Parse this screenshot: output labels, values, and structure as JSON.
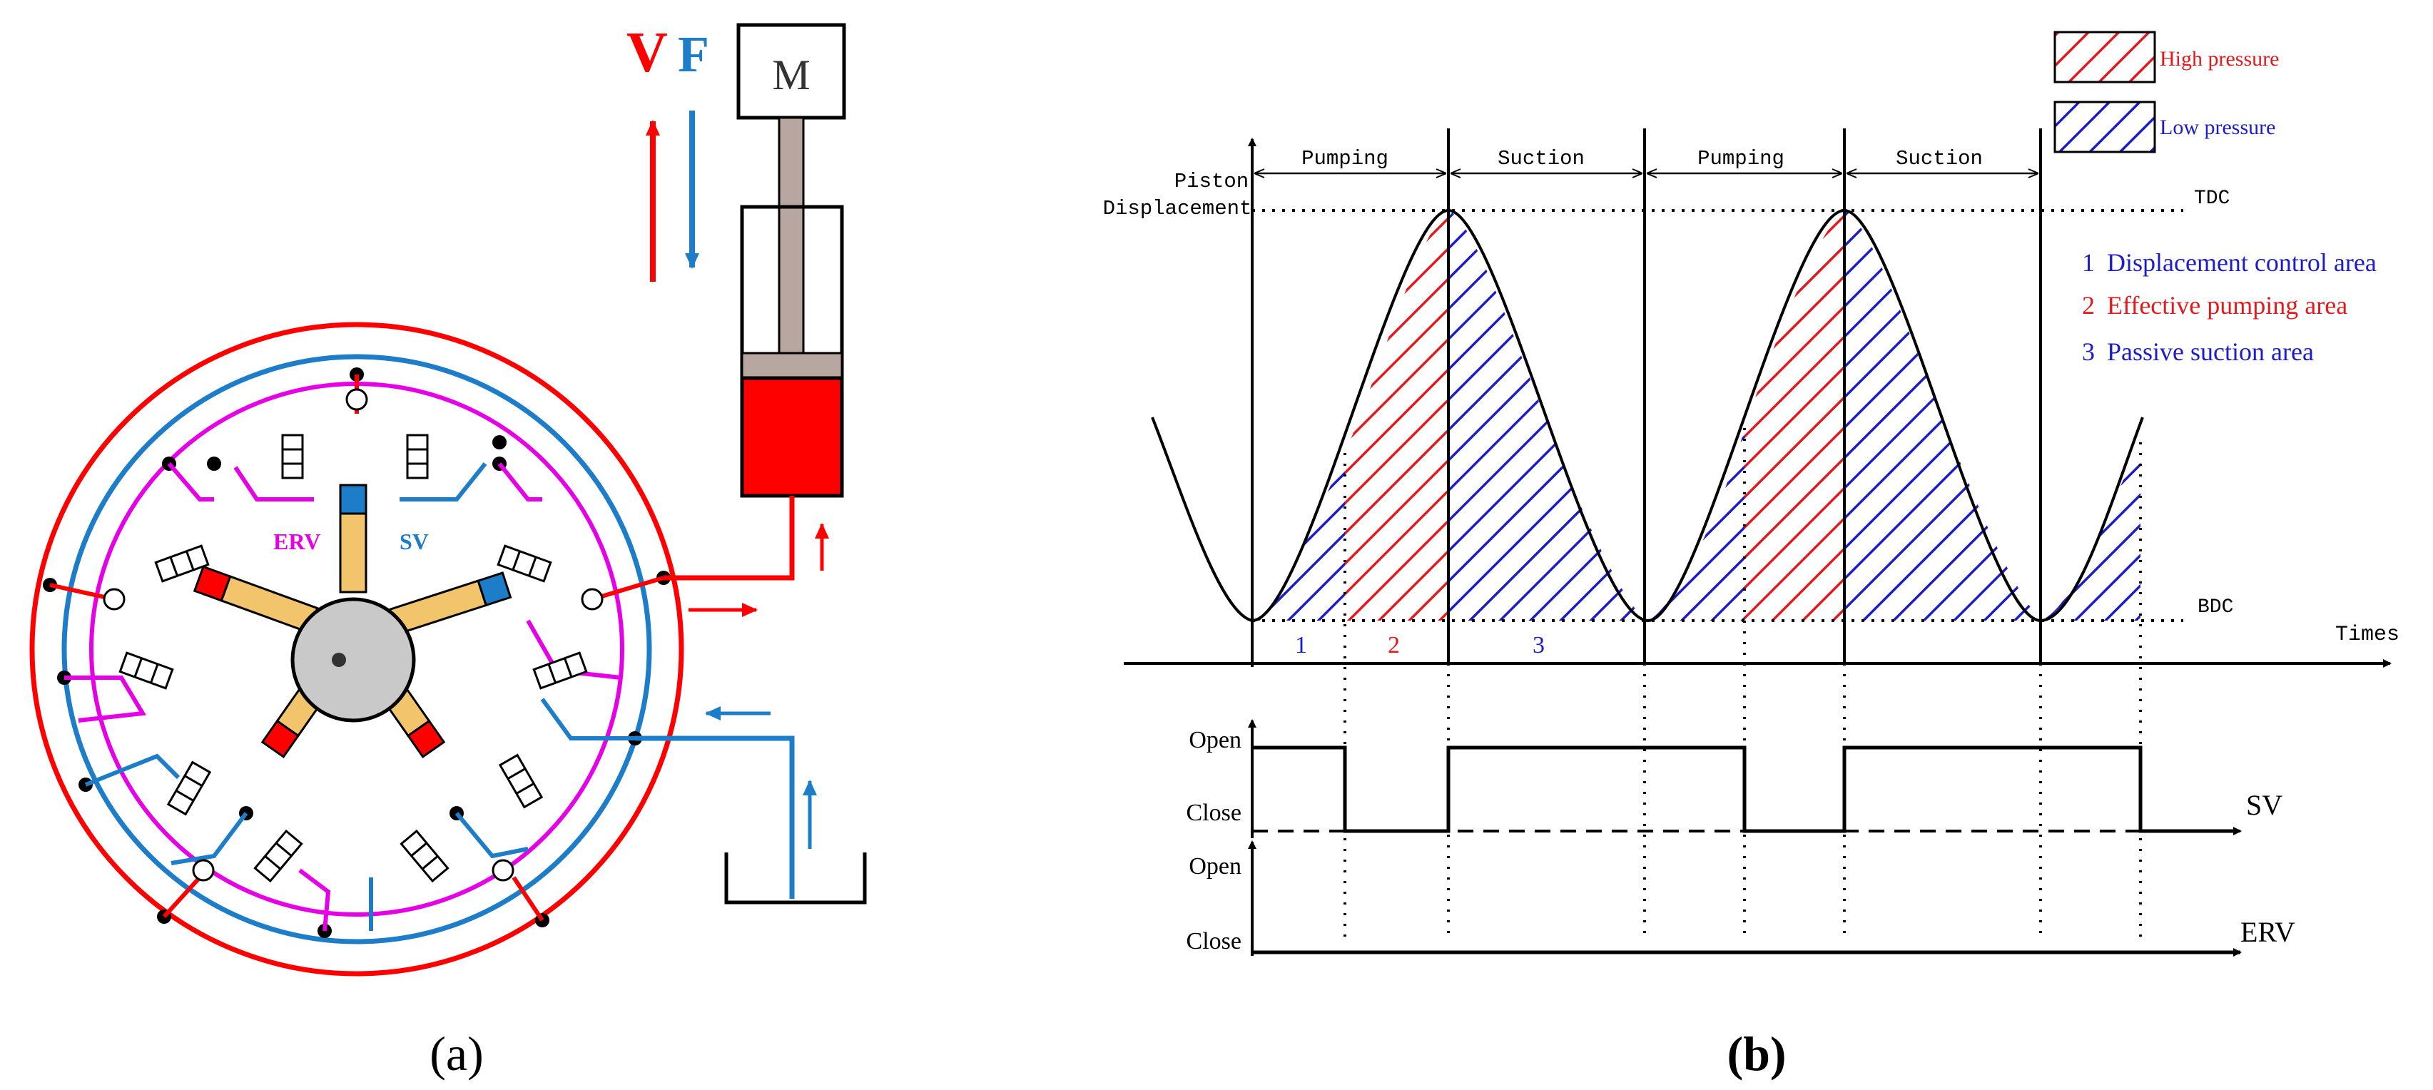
{
  "panel_a": {
    "motor_label": "M",
    "velocity_symbol": "V",
    "force_symbol": "F",
    "erv_label": "ERV",
    "sv_label": "SV",
    "caption": "(a)"
  },
  "panel_b": {
    "phases": [
      "Pumping",
      "Suction",
      "Pumping",
      "Suction"
    ],
    "y_axis_label_line1": "Piston",
    "y_axis_label_line2": "Displacement",
    "x_axis_label": "Times",
    "tdc_label": "TDC",
    "bdc_label": "BDC",
    "region_numbers": [
      "1",
      "2",
      "3"
    ],
    "legend": [
      {
        "label": "High pressure",
        "color": "#e4191c"
      },
      {
        "label": "Low pressure",
        "color": "#1c1cc8"
      }
    ],
    "areas": [
      {
        "number": "1",
        "label": "Displacement control area",
        "color": "#1c1cc8"
      },
      {
        "number": "2",
        "label": "Effective pumping area",
        "color": "#e4191c"
      },
      {
        "number": "3",
        "label": "Passive suction area",
        "color": "#1c1cc8"
      }
    ],
    "sv_signal": {
      "open_label": "Open",
      "close_label": "Close",
      "name": "SV"
    },
    "erv_signal": {
      "open_label": "Open",
      "close_label": "Close",
      "name": "ERV"
    },
    "caption": "(b)"
  },
  "colors": {
    "high_pressure": "#e4191c",
    "low_pressure": "#1c1cc8",
    "oil_red": "#ff0000",
    "oil_blue": "#1e7dc8",
    "control_magenta": "#e600e6",
    "piston_gray": "#b8a6a0",
    "valve_tan": "#f2c46b"
  }
}
